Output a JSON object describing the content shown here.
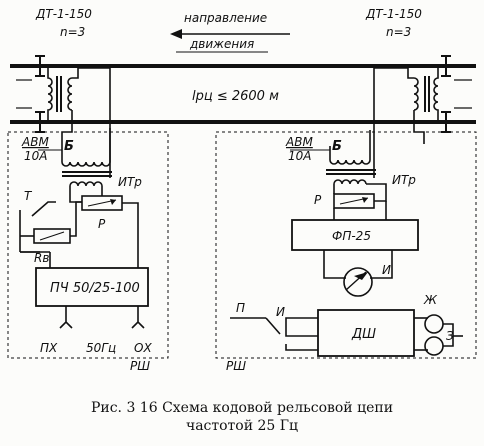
{
  "labels": {
    "dt_left": "ДТ-1-150",
    "n_left": "n=3",
    "dt_right": "ДТ-1-150",
    "n_right": "n=3",
    "direction_line1": "направление",
    "direction_line2": "движения",
    "length": "lрц ≤ 2600 м",
    "avm_left": "АВМ",
    "amp_left": "10А",
    "avm_right": "АВМ",
    "amp_right": "10А",
    "b_left": "Б",
    "b_right": "Б",
    "itr_left": "ИТр",
    "itr_right": "ИТр",
    "t": "Т",
    "p_left": "Р",
    "p_right": "Р",
    "rv": "Rв",
    "pch": "ПЧ 50/25-100",
    "px": "ПХ",
    "freq": "50Гц",
    "ox": "ОХ",
    "rsh_left": "РШ",
    "fp": "ФП-25",
    "i_meter": "И",
    "p_contact": "П",
    "i_contact": "И",
    "dsh": "ДШ",
    "zh": "Ж",
    "z": "З",
    "rsh_right": "РШ"
  },
  "caption": {
    "line1": "Рис. 3 16  Схема кодовой рельсовой цепи",
    "line2": "частотой 25 Гц"
  }
}
